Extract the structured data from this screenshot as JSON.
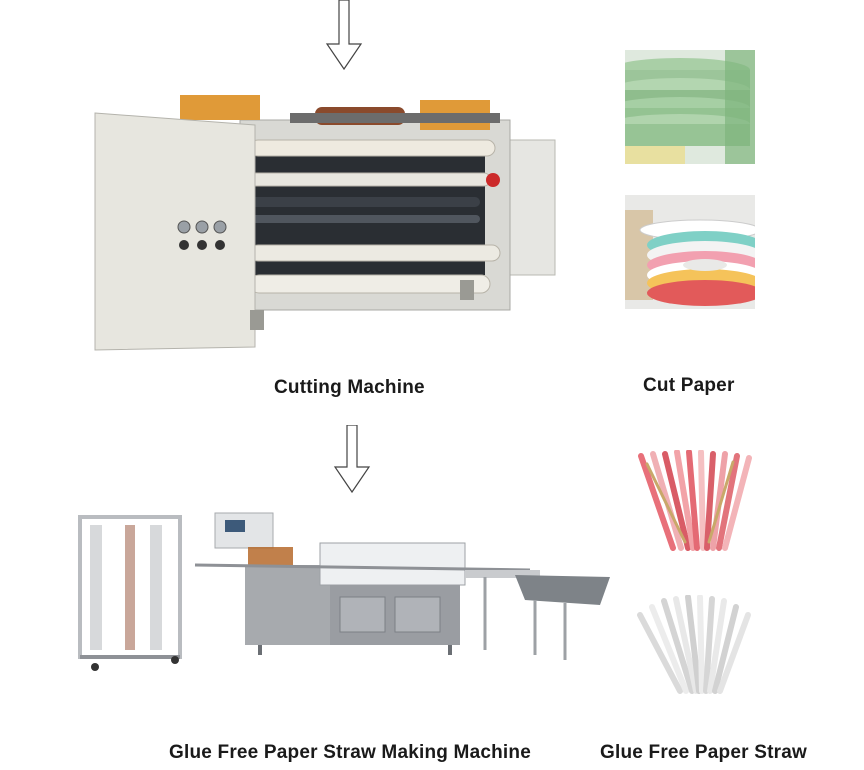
{
  "captions": {
    "cutting_machine": "Cutting Machine",
    "cut_paper": "Cut Paper",
    "straw_machine": "Glue Free Paper Straw Making Machine",
    "paper_straw": "Glue Free Paper Straw"
  },
  "icons": {
    "top_arrow": "down-arrow-icon",
    "middle_arrow": "down-arrow-icon"
  }
}
